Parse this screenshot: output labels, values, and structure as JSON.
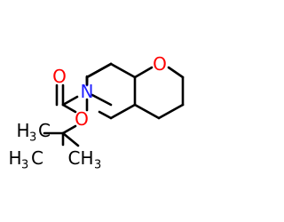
{
  "colors": {
    "background": "#ffffff",
    "bond": "#000000",
    "oxygen": "#ff0000",
    "nitrogen": "#2020ff",
    "carbon": "#000000"
  },
  "atoms": {
    "ring_oxygen": "O",
    "carbonyl_oxygen": "O",
    "ester_oxygen": "O",
    "nitrogen": "N",
    "methyl_top": "H",
    "methyl_top_sub": "3",
    "methyl_top_c": "C",
    "methyl_left": "H",
    "methyl_left_sub": "3",
    "methyl_left_c": "C",
    "methyl_bottom": "CH",
    "methyl_bottom_sub": "3"
  }
}
